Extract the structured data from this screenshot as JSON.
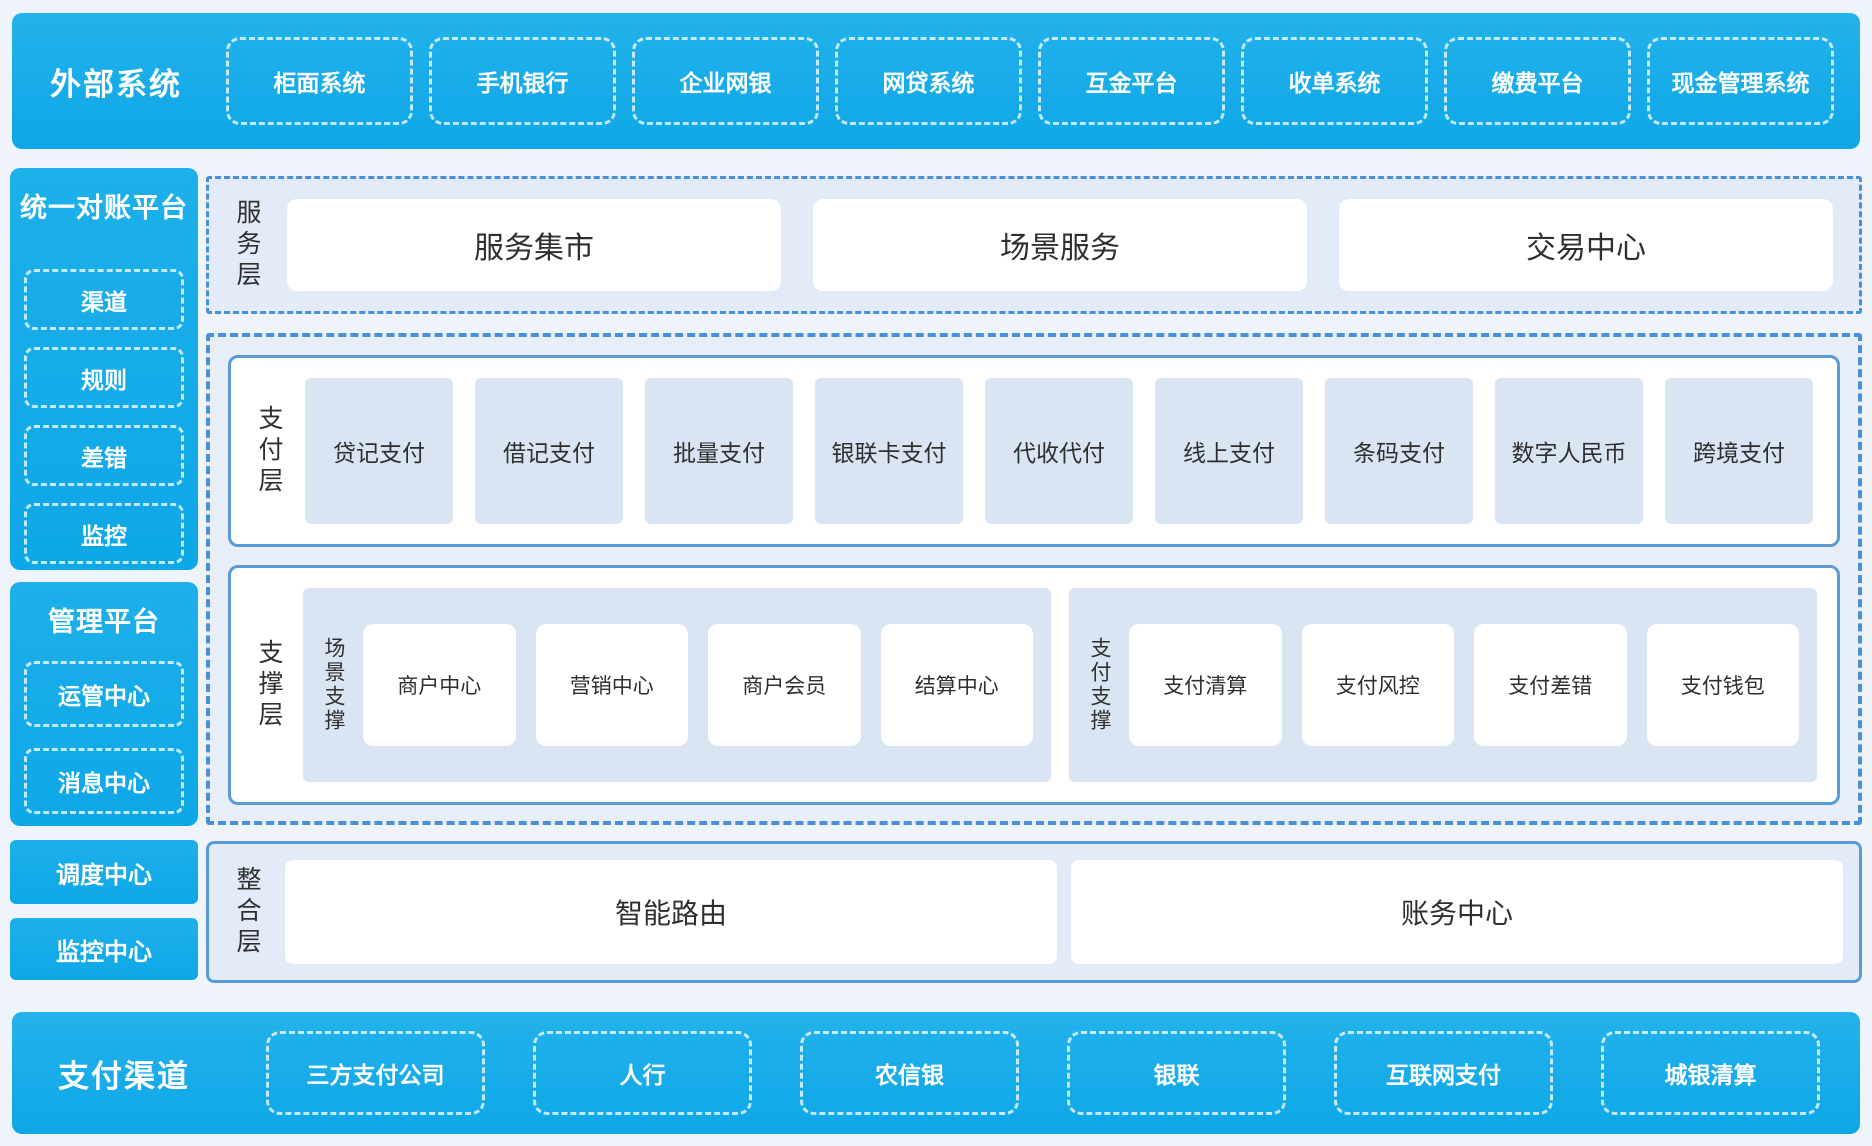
{
  "colors": {
    "bright_blue": "#12abe9",
    "border_blue": "#5b9bd5",
    "dash_blue": "#4a90d8",
    "panel_fill": "#e2ebf7",
    "item_fill": "#d9e5f3",
    "text_dark": "#2f2f2f"
  },
  "top_bar": {
    "label": "外部系统",
    "items": [
      "柜面系统",
      "手机银行",
      "企业网银",
      "网贷系统",
      "互金平台",
      "收单系统",
      "缴费平台",
      "现金管理系统"
    ]
  },
  "sidebar": {
    "reconciliation": {
      "title": "统一对账平台",
      "items": [
        "渠道",
        "规则",
        "差错",
        "监控"
      ]
    },
    "management": {
      "title": "管理平台",
      "items": [
        "运管中心",
        "消息中心"
      ]
    },
    "dispatch_center": "调度中心",
    "monitor_center": "监控中心"
  },
  "service_layer": {
    "label": "服务层",
    "items": [
      "服务集市",
      "场景服务",
      "交易中心"
    ]
  },
  "payment_layer": {
    "label": "支付层",
    "items": [
      "贷记支付",
      "借记支付",
      "批量支付",
      "银联卡支付",
      "代收代付",
      "线上支付",
      "条码支付",
      "数字人民币",
      "跨境支付"
    ]
  },
  "support_layer": {
    "label": "支撑层",
    "groups": [
      {
        "label": "场景支撑",
        "items": [
          "商户中心",
          "营销中心",
          "商户会员",
          "结算中心"
        ]
      },
      {
        "label": "支付支撑",
        "items": [
          "支付清算",
          "支付风控",
          "支付差错",
          "支付钱包"
        ]
      }
    ]
  },
  "integration_layer": {
    "label": "整合层",
    "items": [
      "智能路由",
      "账务中心"
    ]
  },
  "bottom_bar": {
    "label": "支付渠道",
    "items": [
      "三方支付公司",
      "人行",
      "农信银",
      "银联",
      "互联网支付",
      "城银清算"
    ]
  }
}
